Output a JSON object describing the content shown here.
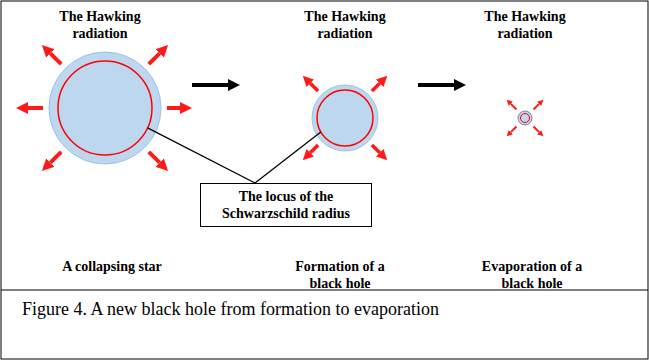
{
  "diagram": {
    "caption": "Figure 4. A new black hole from formation to evaporation",
    "nodes": [
      {
        "text": [
          "The locus of the Schwarzschild radius"
        ]
      }
    ],
    "labels": [
      "The Hawking radiation",
      "The Hawking radiation",
      "The Hawking radiation",
      "A collapsing star",
      "Formation of a black hole",
      "Evaporation of a black hole"
    ]
  }
}
